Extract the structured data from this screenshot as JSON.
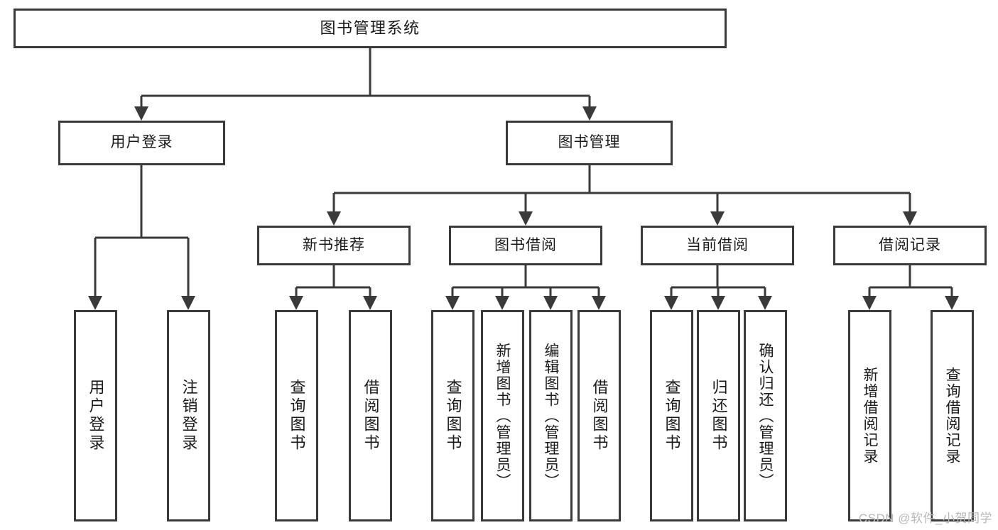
{
  "diagram": {
    "type": "tree-hierarchy",
    "title": "图书管理系统",
    "root": {
      "id": "root",
      "label": "图书管理系统"
    },
    "level2": [
      {
        "id": "user-login",
        "label": "用户登录"
      },
      {
        "id": "book-manage",
        "label": "图书管理"
      }
    ],
    "level3": [
      {
        "id": "new-book-recommend",
        "label": "新书推荐",
        "parent": "book-manage"
      },
      {
        "id": "book-borrow",
        "label": "图书借阅",
        "parent": "book-manage"
      },
      {
        "id": "current-borrow",
        "label": "当前借阅",
        "parent": "book-manage"
      },
      {
        "id": "borrow-record",
        "label": "借阅记录",
        "parent": "book-manage"
      }
    ],
    "leaves": {
      "user-login": [
        {
          "id": "leaf-user-login",
          "label": "用户登录"
        },
        {
          "id": "leaf-user-logout",
          "label": "注销登录"
        }
      ],
      "new-book-recommend": [
        {
          "id": "leaf-query-book-1",
          "label": "查询图书"
        },
        {
          "id": "leaf-borrow-book-1",
          "label": "借阅图书"
        }
      ],
      "book-borrow": [
        {
          "id": "leaf-query-book-2",
          "label": "查询图书"
        },
        {
          "id": "leaf-add-book",
          "label": "新增图书（管理员）"
        },
        {
          "id": "leaf-edit-book",
          "label": "编辑图书（管理员）"
        },
        {
          "id": "leaf-borrow-book-2",
          "label": "借阅图书"
        }
      ],
      "current-borrow": [
        {
          "id": "leaf-query-book-3",
          "label": "查询图书"
        },
        {
          "id": "leaf-return-book",
          "label": "归还图书"
        },
        {
          "id": "leaf-confirm-return",
          "label": "确认归还（管理员）"
        }
      ],
      "borrow-record": [
        {
          "id": "leaf-add-record",
          "label": "新增借阅记录"
        },
        {
          "id": "leaf-query-record",
          "label": "查询借阅记录"
        }
      ]
    },
    "colors": {
      "stroke": "#3a3a3a",
      "fill": "#ffffff",
      "text": "#1a1a1a",
      "watermark": "#b8b8b8"
    }
  },
  "watermark": {
    "text": "CSDN @软件_小贺同学"
  }
}
